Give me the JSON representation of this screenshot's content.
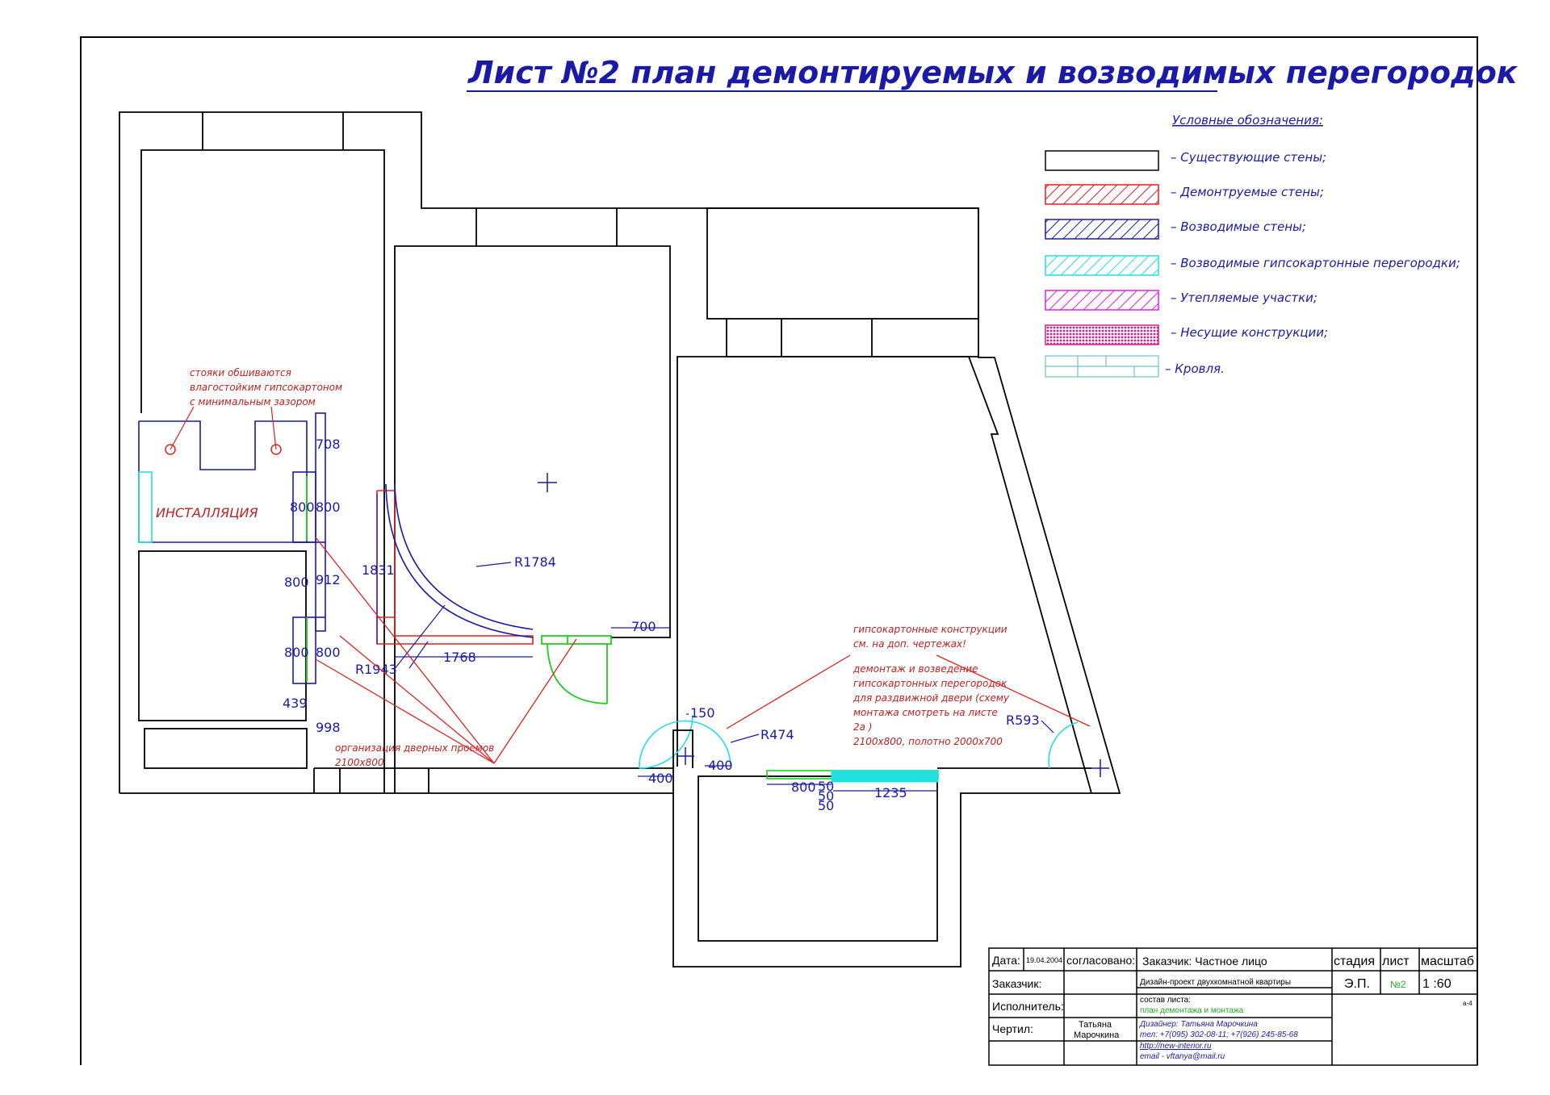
{
  "title": "Лист №2 план демонтируемых и возводимых перегородок",
  "legend": {
    "heading": "Условные обозначения:",
    "items": [
      {
        "id": "existing",
        "label": "– Существующие стены;",
        "color": "#000000"
      },
      {
        "id": "demolished",
        "label": "– Демонтруемые стены;",
        "color": "#e02020"
      },
      {
        "id": "erected",
        "label": "– Возводимые стены;",
        "color": "#1a1aa6"
      },
      {
        "id": "drywall",
        "label": "– Возводимые гипсокартонные перегородки;",
        "color": "#22e0e0"
      },
      {
        "id": "insulated",
        "label": "– Утепляемые участки;",
        "color": "#e020e0"
      },
      {
        "id": "bearing",
        "label": "– Несущие конструкции;",
        "color": "#e0209a"
      },
      {
        "id": "roof",
        "label": "– Кровля.",
        "color": "#6bc4c4"
      }
    ]
  },
  "colors": {
    "walls": "#000000",
    "dims": "#1a1aa6",
    "demolish": "#e02020",
    "drywall": "#22e0e0",
    "door": "#22cc22"
  },
  "notes": {
    "risers": [
      "стояки обшиваются",
      "влагостойким гипсокартоном",
      "с минимальным зазором"
    ],
    "installation": "ИНСТАЛЛЯЦИЯ",
    "doorways": [
      "организация дверных проемов",
      "2100х800"
    ],
    "drywall_ref": [
      "гипсокартонные конструкции",
      "см. на доп. чертежах!"
    ],
    "sliding": [
      "демонтаж и возведение",
      "гипсокартонных перегородок",
      "для раздвижной двери (схему",
      "монтажа смотреть на листе",
      "2а )",
      "2100х800, полотно 2000х700"
    ]
  },
  "dims": {
    "d708": "708",
    "d800a": "800",
    "d800b": "800",
    "d912": "912",
    "d800c": "800",
    "d800d": "800",
    "d800e": "800",
    "d439": "439",
    "d998": "998",
    "d1831": "1831",
    "r1784": "R1784",
    "r1943": "R1943",
    "d1768": "1768",
    "d700": "700",
    "d150": "150",
    "r474": "R474",
    "d400a": "400",
    "d400b": "400",
    "d800f": "800",
    "d50a": "50",
    "d50b": "50",
    "d50c": "50",
    "d1235": "1235",
    "r593": "R593"
  },
  "title_block": {
    "date_label": "Дата:",
    "date_value": "19.04.2004",
    "agreed": "согласовано:",
    "client_head": "Заказчик: Частное лицо",
    "stage_head": "стадия",
    "sheet_head": "лист",
    "scale_head": "масштаб",
    "customer_label": "Заказчик:",
    "project": "Дизайн-проект двухкомнатной квартиры",
    "stage_value": "Э.П.",
    "sheet_value": "№2",
    "scale_value": "1 :60",
    "executor_label": "Исполнитель:",
    "composition_label": "состав листа:",
    "composition_value": "план демонтажа и монтажа",
    "format": "а-4",
    "drawn_label": "Чертил:",
    "drawn_name_1": "Татьяна",
    "drawn_name_2": "Марочкина",
    "designer": "Дизайнер: Татьяна Марочкина",
    "phones": "тел: +7(095) 302-08-11; +7(926) 245-85-68",
    "site": "http://new-interior.ru",
    "email": "email - vftanya@mail.ru"
  }
}
